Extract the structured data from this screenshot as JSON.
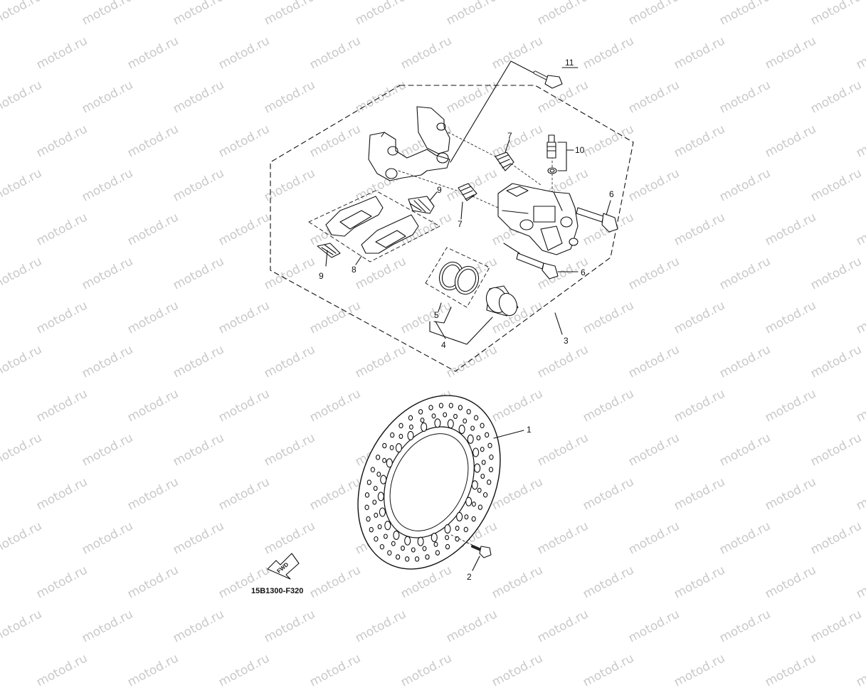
{
  "watermark": "motod.ru",
  "diagram_code": "15B1300-F320",
  "fwd_label": "FWD",
  "callouts": [
    "1",
    "2",
    "3",
    "4",
    "5",
    "6",
    "6",
    "7",
    "7",
    "8",
    "9",
    "9",
    "10",
    "11"
  ]
}
